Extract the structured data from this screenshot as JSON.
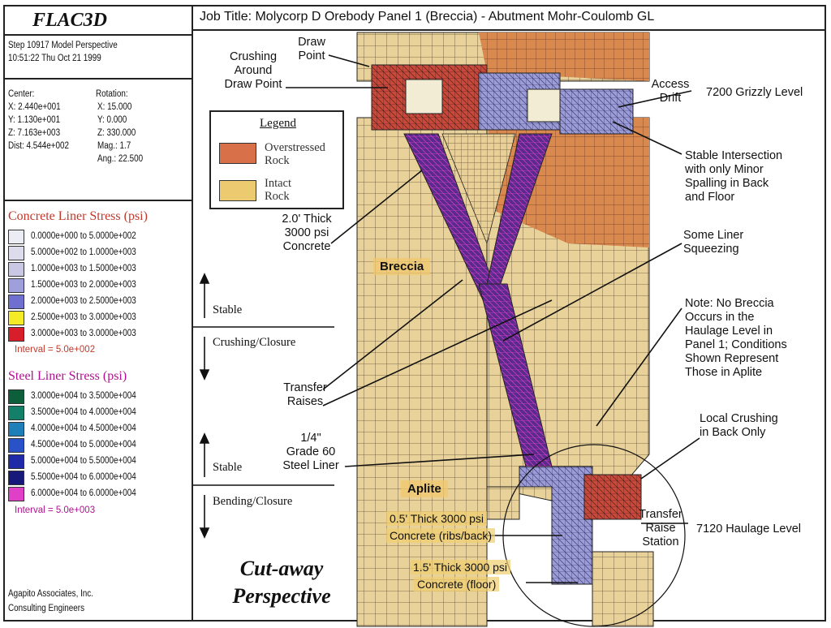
{
  "header": {
    "job_title": "Job Title: Molycorp D Orebody Panel 1 (Breccia) - Abutment Mohr-Coulomb GL"
  },
  "sidebar": {
    "app_name": "FLAC3D",
    "step_line": "Step 10917  Model Perspective",
    "time_line": "10:51:22 Thu Oct 21 1999",
    "center_label": "Center:",
    "center_x": "X: 2.440e+001",
    "center_y": "Y: 1.130e+001",
    "center_z": "Z: 7.163e+003",
    "dist": "Dist: 4.544e+002",
    "rotation_label": "Rotation:",
    "rot_x": "X:  15.000",
    "rot_y": "Y:   0.000",
    "rot_z": "Z: 330.000",
    "mag": "Mag.:    1.7",
    "ang": "Ang.:  22.500",
    "credit_1": "Agapito Associates, Inc.",
    "credit_2": "Consulting Engineers"
  },
  "concrete_stress": {
    "title": "Concrete Liner Stress (psi)",
    "title_color": "#c0392b",
    "rows": [
      {
        "label": "0.0000e+000 to  5.0000e+002",
        "color": "#ececf4"
      },
      {
        "label": "5.0000e+002 to  1.0000e+003",
        "color": "#dcdcec"
      },
      {
        "label": "1.0000e+003 to  1.5000e+003",
        "color": "#c8c8e4"
      },
      {
        "label": "1.5000e+003 to  2.0000e+003",
        "color": "#9f9fdb"
      },
      {
        "label": "2.0000e+003 to  2.5000e+003",
        "color": "#6f6fd0"
      },
      {
        "label": "2.5000e+003 to  3.0000e+003",
        "color": "#f5ec28"
      },
      {
        "label": "3.0000e+003 to  3.0000e+003",
        "color": "#d81e2a"
      }
    ],
    "interval": "Interval =  5.0e+002",
    "interval_color": "#c0392b"
  },
  "steel_stress": {
    "title": "Steel Liner Stress (psi)",
    "title_color": "#b0108f",
    "rows": [
      {
        "label": "3.0000e+004 to  3.5000e+004",
        "color": "#0d5e3a"
      },
      {
        "label": "3.5000e+004 to  4.0000e+004",
        "color": "#14806a"
      },
      {
        "label": "4.0000e+004 to  4.5000e+004",
        "color": "#1f7fb8"
      },
      {
        "label": "4.5000e+004 to  5.0000e+004",
        "color": "#2a52c8"
      },
      {
        "label": "5.0000e+004 to  5.5000e+004",
        "color": "#1e2aa8"
      },
      {
        "label": "5.5000e+004 to  6.0000e+004",
        "color": "#16187a"
      },
      {
        "label": "6.0000e+004 to  6.0000e+004",
        "color": "#e040c8"
      }
    ],
    "interval": "Interval =  5.0e+003",
    "interval_color": "#b0108f"
  },
  "side_labels": {
    "stable_1": "Stable",
    "crushing_closure": "Crushing/Closure",
    "stable_2": "Stable",
    "bending_closure": "Bending/Closure"
  },
  "legend": {
    "title": "Legend",
    "items": [
      {
        "label_1": "Overstressed",
        "label_2": "Rock",
        "color": "#d8714a"
      },
      {
        "label_1": "Intact",
        "label_2": "Rock",
        "color": "#eccb70"
      }
    ]
  },
  "annotations": {
    "crushing_draw_point": [
      "Crushing",
      "Around",
      "Draw Point"
    ],
    "draw_point": [
      "Draw",
      "Point"
    ],
    "access_drift": [
      "Access",
      "Drift"
    ],
    "grizzly_level": "7200 Grizzly Level",
    "stable_intersection": [
      "Stable Intersection",
      "with only Minor",
      "Spalling in Back",
      "and Floor"
    ],
    "concrete_2ft": [
      "2.0' Thick",
      "3000 psi",
      "Concrete"
    ],
    "liner_squeezing": [
      "Some Liner",
      "Squeezing"
    ],
    "breccia": "Breccia",
    "note": [
      "Note:  No Breccia",
      "Occurs in the",
      "Haulage Level in",
      "Panel 1; Conditions",
      "Shown Represent",
      "Those in Aplite"
    ],
    "transfer_raises": [
      "Transfer",
      "Raises"
    ],
    "local_crushing": [
      "Local Crushing",
      "in Back Only"
    ],
    "steel_liner": [
      "1/4\"",
      "Grade 60",
      "Steel Liner"
    ],
    "aplite": "Aplite",
    "transfer_raise_station": [
      "Transfer",
      "Raise",
      "Station"
    ],
    "haulage_level": "7120 Haulage Level",
    "concrete_ribs": "0.5' Thick 3000 psi",
    "concrete_ribs_2": "Concrete (ribs/back)",
    "concrete_floor": "1.5' Thick 3000 psi",
    "concrete_floor_2": "Concrete (floor)",
    "perspective": [
      "Cut-away",
      "Perspective"
    ]
  }
}
